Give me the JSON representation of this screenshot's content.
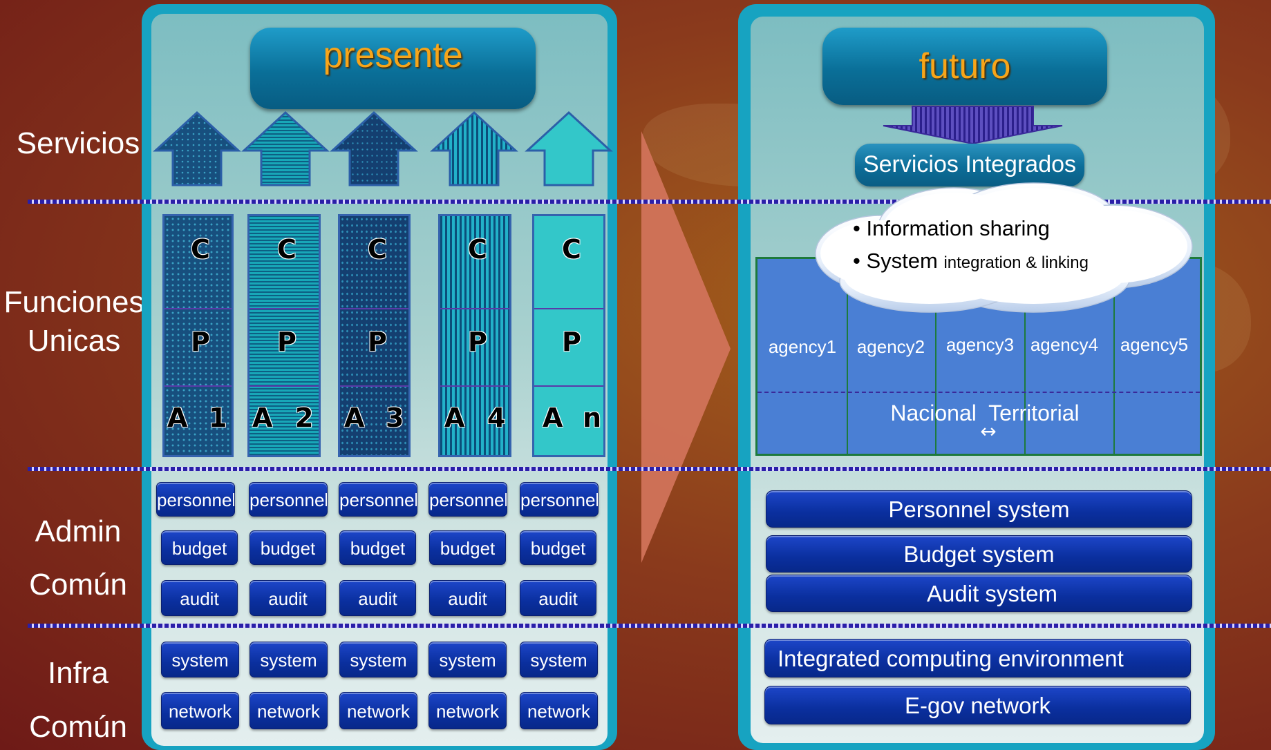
{
  "side_labels": {
    "servicios": "Servicios",
    "funciones": "Funciones\nUnicas",
    "admin": "Admin",
    "admin_comun": "Común",
    "infra": "Infra",
    "infra_comun": "Común"
  },
  "present": {
    "title": "presente",
    "columns": [
      {
        "c": "C",
        "p": "P",
        "a": "A",
        "n": "1",
        "personnel": "personnel",
        "budget": "budget",
        "audit": "audit",
        "system": "system",
        "network": "network"
      },
      {
        "c": "C",
        "p": "P",
        "a": "A",
        "n": "2",
        "personnel": "personnel",
        "budget": "budget",
        "audit": "audit",
        "system": "system",
        "network": "network"
      },
      {
        "c": "C",
        "p": "P",
        "a": "A",
        "n": "3",
        "personnel": "personnel",
        "budget": "budget",
        "audit": "audit",
        "system": "system",
        "network": "network"
      },
      {
        "c": "C",
        "p": "P",
        "a": "A",
        "n": "4",
        "personnel": "personnel",
        "budget": "budget",
        "audit": "audit",
        "system": "system",
        "network": "network"
      },
      {
        "c": "C",
        "p": "P",
        "a": "A",
        "n": "n",
        "personnel": "personnel",
        "budget": "budget",
        "audit": "audit",
        "system": "system",
        "network": "network"
      }
    ]
  },
  "future": {
    "title": "futuro",
    "integrated_services": "Servicios Integrados",
    "cloud": {
      "bullet1": "• Information sharing",
      "bullet2_main": "• System",
      "bullet2_small": "integration & linking"
    },
    "agencies": [
      "agency1",
      "agency2",
      "agency3",
      "agency4",
      "agency5"
    ],
    "nacional_territorial": "Nacional  Territorial",
    "arrow_glyph": "↔",
    "admin_systems": [
      "Personnel system",
      "Budget system",
      "Audit system"
    ],
    "infra_systems": [
      "Integrated computing environment",
      "E-gov network"
    ]
  },
  "colors": {
    "accent_orange": "#f7a51a",
    "panel_teal": "#17a3c1",
    "button_blue": "#0a2f9e",
    "agency_blue": "#4a7fd4"
  }
}
